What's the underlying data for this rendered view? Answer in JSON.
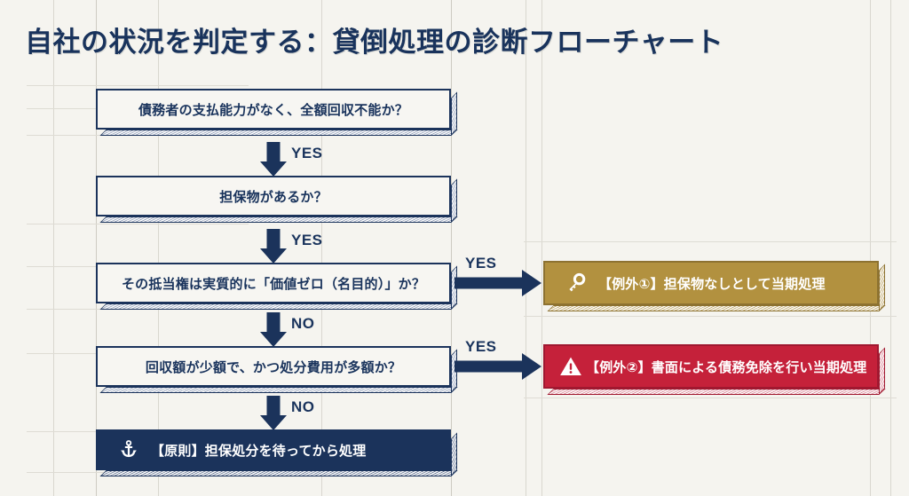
{
  "page": {
    "title": "自社の状況を判定する：貸倒処理の診断フローチャート",
    "background_color": "#f5f4ef",
    "accent_navy": "#1b335b",
    "accent_gold": "#b2913f",
    "accent_red": "#c5213a"
  },
  "flow": {
    "nodes": [
      {
        "id": "q1",
        "kind": "question",
        "label": "債務者の支払能力がなく、全額回収不能か？"
      },
      {
        "id": "q2",
        "kind": "question",
        "label": "担保物があるか？"
      },
      {
        "id": "q3",
        "kind": "question",
        "label": "その抵当権は実質的に「価値ゼロ（名目的）」か？"
      },
      {
        "id": "q4",
        "kind": "question",
        "label": "回収額が少額で、かつ処分費用が多額か？"
      },
      {
        "id": "result-principle",
        "kind": "result-principle",
        "icon": "anchor-icon",
        "label": "【原則】担保処分を待ってから処理"
      },
      {
        "id": "result-exception-1",
        "kind": "result-exception-gold",
        "icon": "key-icon",
        "label": "【例外①】担保物なしとして当期処理"
      },
      {
        "id": "result-exception-2",
        "kind": "result-exception-red",
        "icon": "warning-triangle-icon",
        "label": "【例外②】書面による債務免除を行い当期処理"
      }
    ],
    "edges": [
      {
        "id": "e1",
        "from": "q1",
        "to": "q2",
        "label": "YES",
        "direction": "down"
      },
      {
        "id": "e2",
        "from": "q2",
        "to": "q3",
        "label": "YES",
        "direction": "down"
      },
      {
        "id": "e3",
        "from": "q3",
        "to": "result-exception-1",
        "label": "YES",
        "direction": "right"
      },
      {
        "id": "e4",
        "from": "q3",
        "to": "q4",
        "label": "NO",
        "direction": "down"
      },
      {
        "id": "e5",
        "from": "q4",
        "to": "result-exception-2",
        "label": "YES",
        "direction": "right"
      },
      {
        "id": "e6",
        "from": "q4",
        "to": "result-principle",
        "label": "NO",
        "direction": "down"
      }
    ]
  }
}
